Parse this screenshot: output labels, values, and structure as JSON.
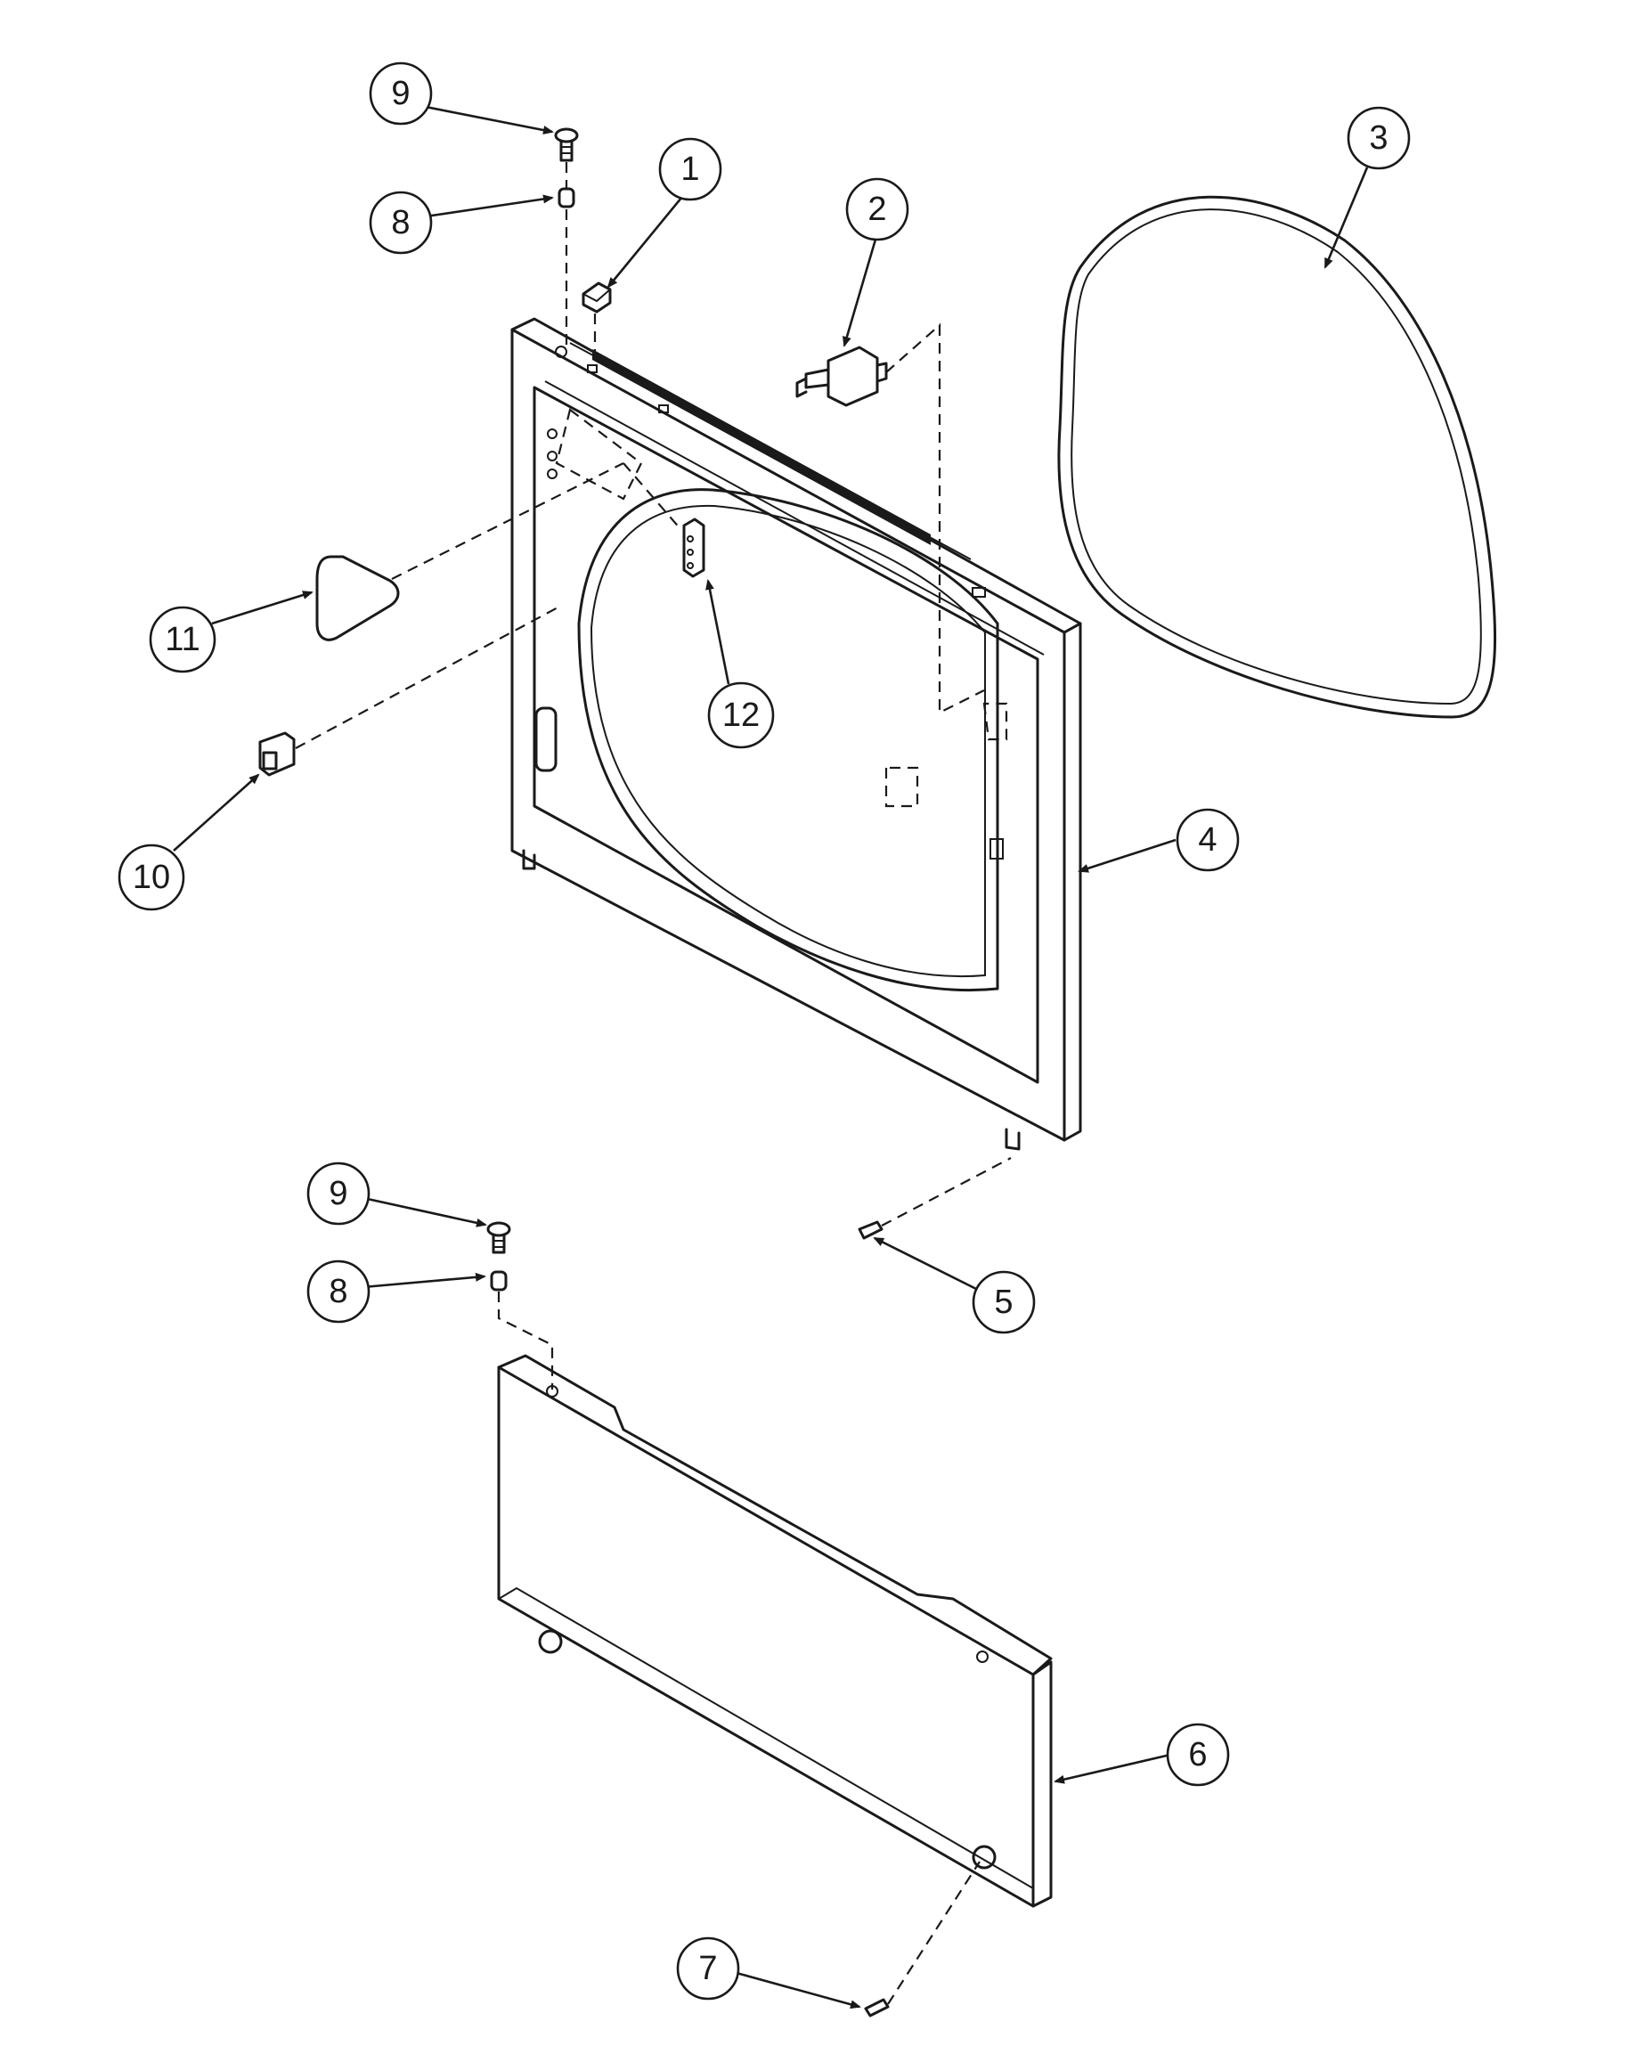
{
  "callouts": [
    {
      "id": "c1",
      "label": "1"
    },
    {
      "id": "c2",
      "label": "2"
    },
    {
      "id": "c3",
      "label": "3"
    },
    {
      "id": "c4",
      "label": "4"
    },
    {
      "id": "c5",
      "label": "5"
    },
    {
      "id": "c6",
      "label": "6"
    },
    {
      "id": "c7",
      "label": "7"
    },
    {
      "id": "c8a",
      "label": "8"
    },
    {
      "id": "c8b",
      "label": "8"
    },
    {
      "id": "c9a",
      "label": "9"
    },
    {
      "id": "c9b",
      "label": "9"
    },
    {
      "id": "c10",
      "label": "10"
    },
    {
      "id": "c11",
      "label": "11"
    },
    {
      "id": "c12",
      "label": "12"
    }
  ]
}
